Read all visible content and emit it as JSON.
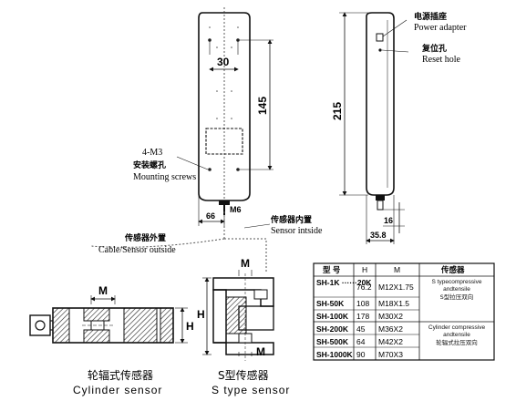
{
  "front_view": {
    "dim_30": "30",
    "dim_145": "145",
    "dim_66": "66",
    "dim_m6": "M6",
    "screw_label": "4-M3",
    "screw_cn": "安装螺孔",
    "screw_en": "Mounting screws"
  },
  "side_view": {
    "dim_215": "215",
    "dim_16": "16",
    "dim_35_8": "35.8",
    "power_cn": "电源插座",
    "power_en": "Power adapter",
    "reset_cn": "复位孔",
    "reset_en": "Reset hole"
  },
  "cable_labels": {
    "inside_cn": "传感器内置",
    "inside_en": "Sensor intside",
    "outside_cn": "传感器外置",
    "outside_en": "Cable/Sensor outside"
  },
  "cylinder_sensor": {
    "dim_m": "M",
    "dim_h": "H",
    "caption_cn": "轮辐式传感器",
    "caption_en": "Cylinder sensor"
  },
  "s_sensor": {
    "dim_m": "M",
    "dim_h": "H",
    "caption_cn": "S型传感器",
    "caption_en": "S type sensor"
  },
  "spec_table": {
    "headers": [
      "型 号",
      "H",
      "M",
      "传感器"
    ],
    "rows": [
      {
        "model": "SH-1K ······20K",
        "h": "76.2",
        "m": "M12X1.75"
      },
      {
        "model": "SH-50K",
        "h": "108",
        "m": "M18X1.5"
      },
      {
        "model": "SH-100K",
        "h": "178",
        "m": "M30X2"
      },
      {
        "model": "SH-200K",
        "h": "45",
        "m": "M36X2"
      },
      {
        "model": "SH-500K",
        "h": "64",
        "m": "M42X2"
      },
      {
        "model": "SH-1000K",
        "h": "90",
        "m": "M70X3"
      }
    ],
    "note_s_en": "S typecompressive andtensile",
    "note_s_cn": "S型拉压双向",
    "note_cyl_en": "Cylinder compressive andtensile",
    "note_cyl_cn": "轮辐式拉压双向"
  }
}
